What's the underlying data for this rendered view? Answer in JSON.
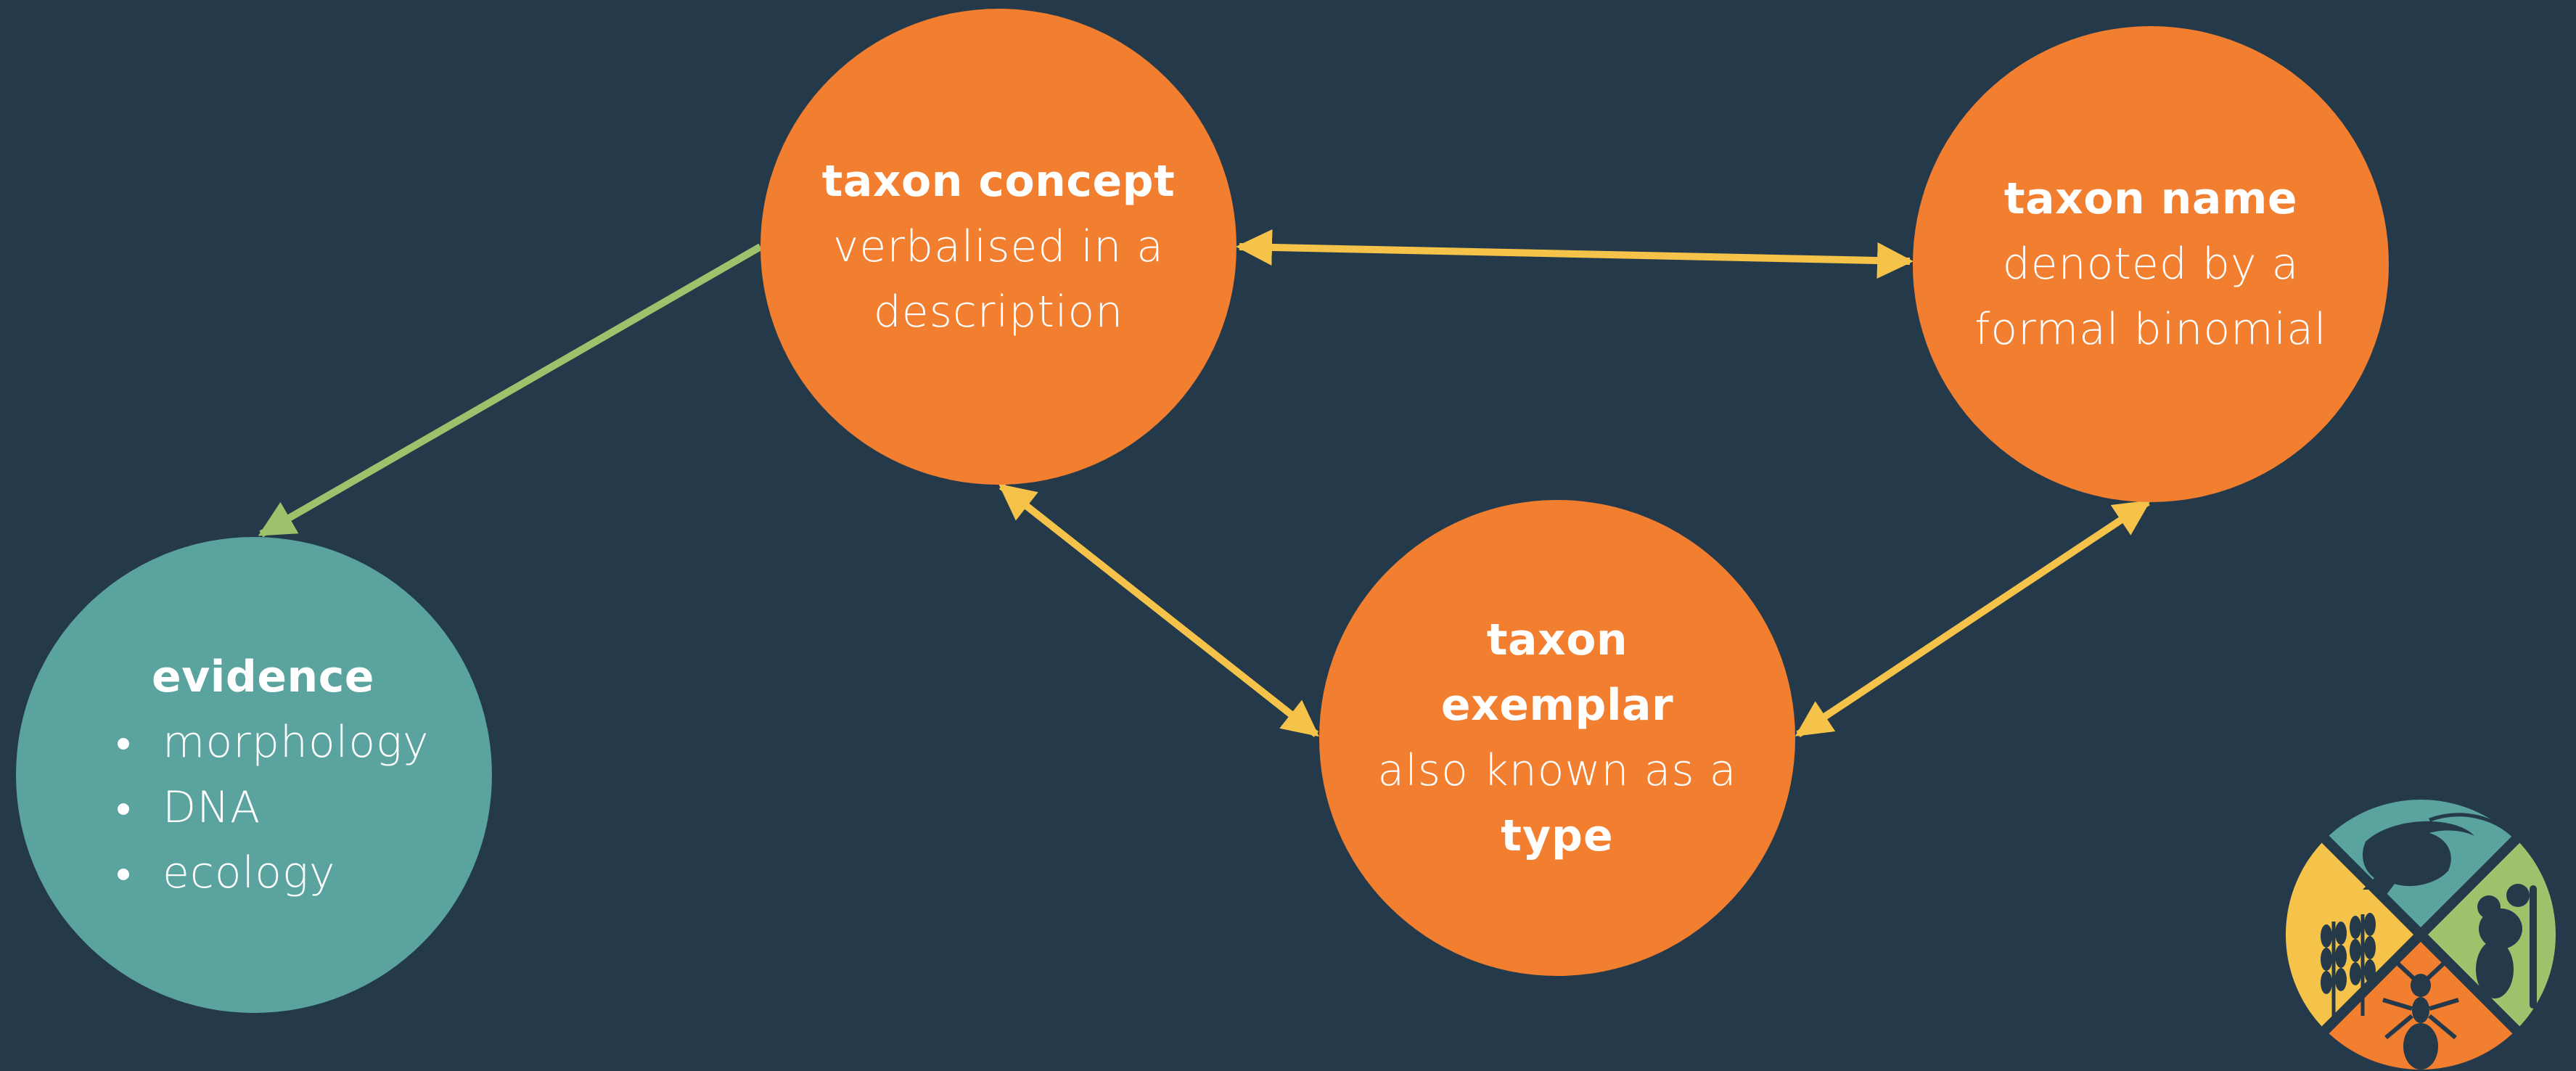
{
  "colors": {
    "background": "#243a4b",
    "node_orange": "#f27e30",
    "node_teal": "#5aa39e",
    "arrow_yellow": "#f5c34a",
    "arrow_green": "#9cc26b"
  },
  "nodes": {
    "concept": {
      "title": "taxon concept",
      "line1": "verbalised in a",
      "line2": "description"
    },
    "name": {
      "title": "taxon name",
      "line1": "denoted by a",
      "line2": "formal binomial"
    },
    "exemplar": {
      "title": "taxon exemplar",
      "line1": "also known as a",
      "line2": "type"
    },
    "evidence": {
      "title": "evidence",
      "items": [
        "morphology",
        "DNA",
        "ecology"
      ]
    }
  },
  "edges": [
    {
      "from": "concept",
      "to": "name",
      "style": "double-arrow",
      "color": "arrow_yellow"
    },
    {
      "from": "concept",
      "to": "exemplar",
      "style": "double-arrow",
      "color": "arrow_yellow"
    },
    {
      "from": "name",
      "to": "exemplar",
      "style": "double-arrow",
      "color": "arrow_yellow"
    },
    {
      "from": "concept",
      "to": "evidence",
      "style": "single-arrow",
      "color": "arrow_green"
    }
  ],
  "logo": {
    "icon": "biodiversity-logo-icon",
    "quadrants": [
      "shrimp-icon",
      "koala-icon",
      "ant-icon",
      "wheat-icon"
    ]
  }
}
